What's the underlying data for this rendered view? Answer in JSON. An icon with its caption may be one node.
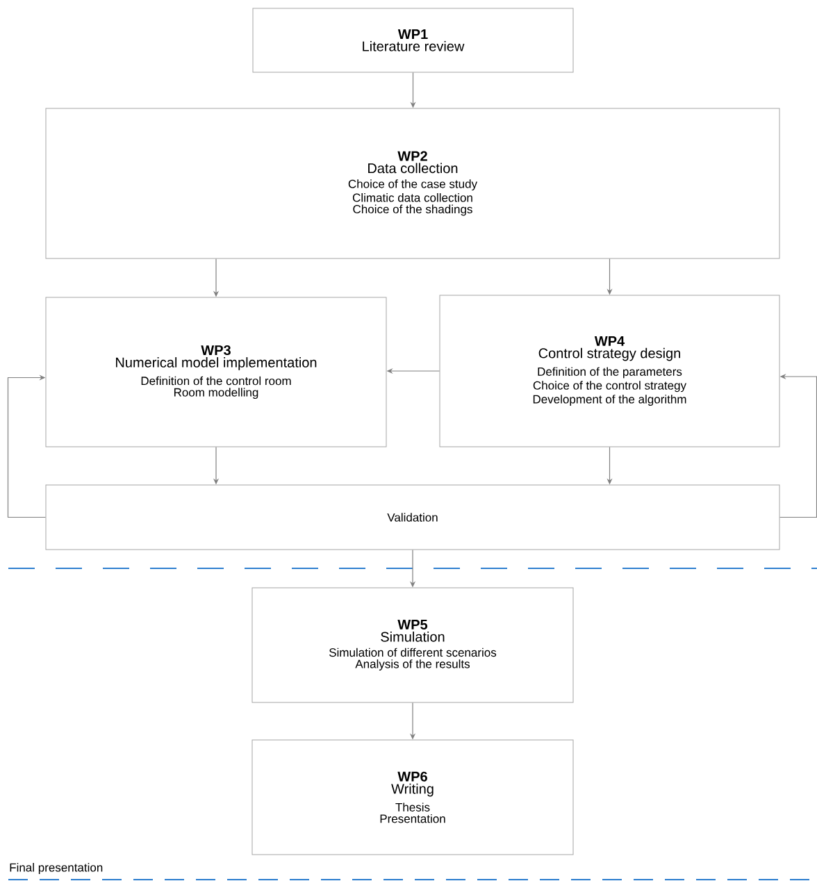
{
  "diagram": {
    "nodes": [
      {
        "text": [
          "WP1",
          "Literature review"
        ]
      },
      {
        "text": [
          "WP2",
          "Data collection",
          "Choice of the case study",
          "Climatic data collection",
          "Choice of the shadings"
        ]
      },
      {
        "text": [
          "WP3",
          "Numerical model implementation",
          "Definition of the control room",
          "Room modelling"
        ]
      },
      {
        "text": [
          "WP4",
          "Control strategy design",
          "Definition of the parameters",
          "Choice of the control strategy",
          "Development of the algorithm"
        ]
      },
      {
        "text": [
          "Validation"
        ]
      },
      {
        "text": [
          "WP5",
          "Simulation",
          "Simulation of different scenarios",
          "Analysis of the results"
        ]
      },
      {
        "text": [
          "WP6",
          "Writing",
          "Thesis",
          "Presentation"
        ]
      }
    ],
    "edges": [
      {
        "from": 0,
        "to": 1,
        "arrow": "to"
      },
      {
        "from": 1,
        "to": 2,
        "arrow": "to"
      },
      {
        "from": 1,
        "to": 3,
        "arrow": "to"
      },
      {
        "from": 3,
        "to": 2,
        "arrow": "to"
      },
      {
        "from": 2,
        "to": 4,
        "arrow": "to"
      },
      {
        "from": 3,
        "to": 4,
        "arrow": "to"
      },
      {
        "from": 4,
        "to": 2,
        "arrow": "to"
      },
      {
        "from": 4,
        "to": 3,
        "arrow": "to"
      },
      {
        "from": 4,
        "to": 5,
        "arrow": "to"
      },
      {
        "from": 5,
        "to": 6,
        "arrow": "to"
      }
    ],
    "labels": [
      "Final presentation"
    ]
  }
}
